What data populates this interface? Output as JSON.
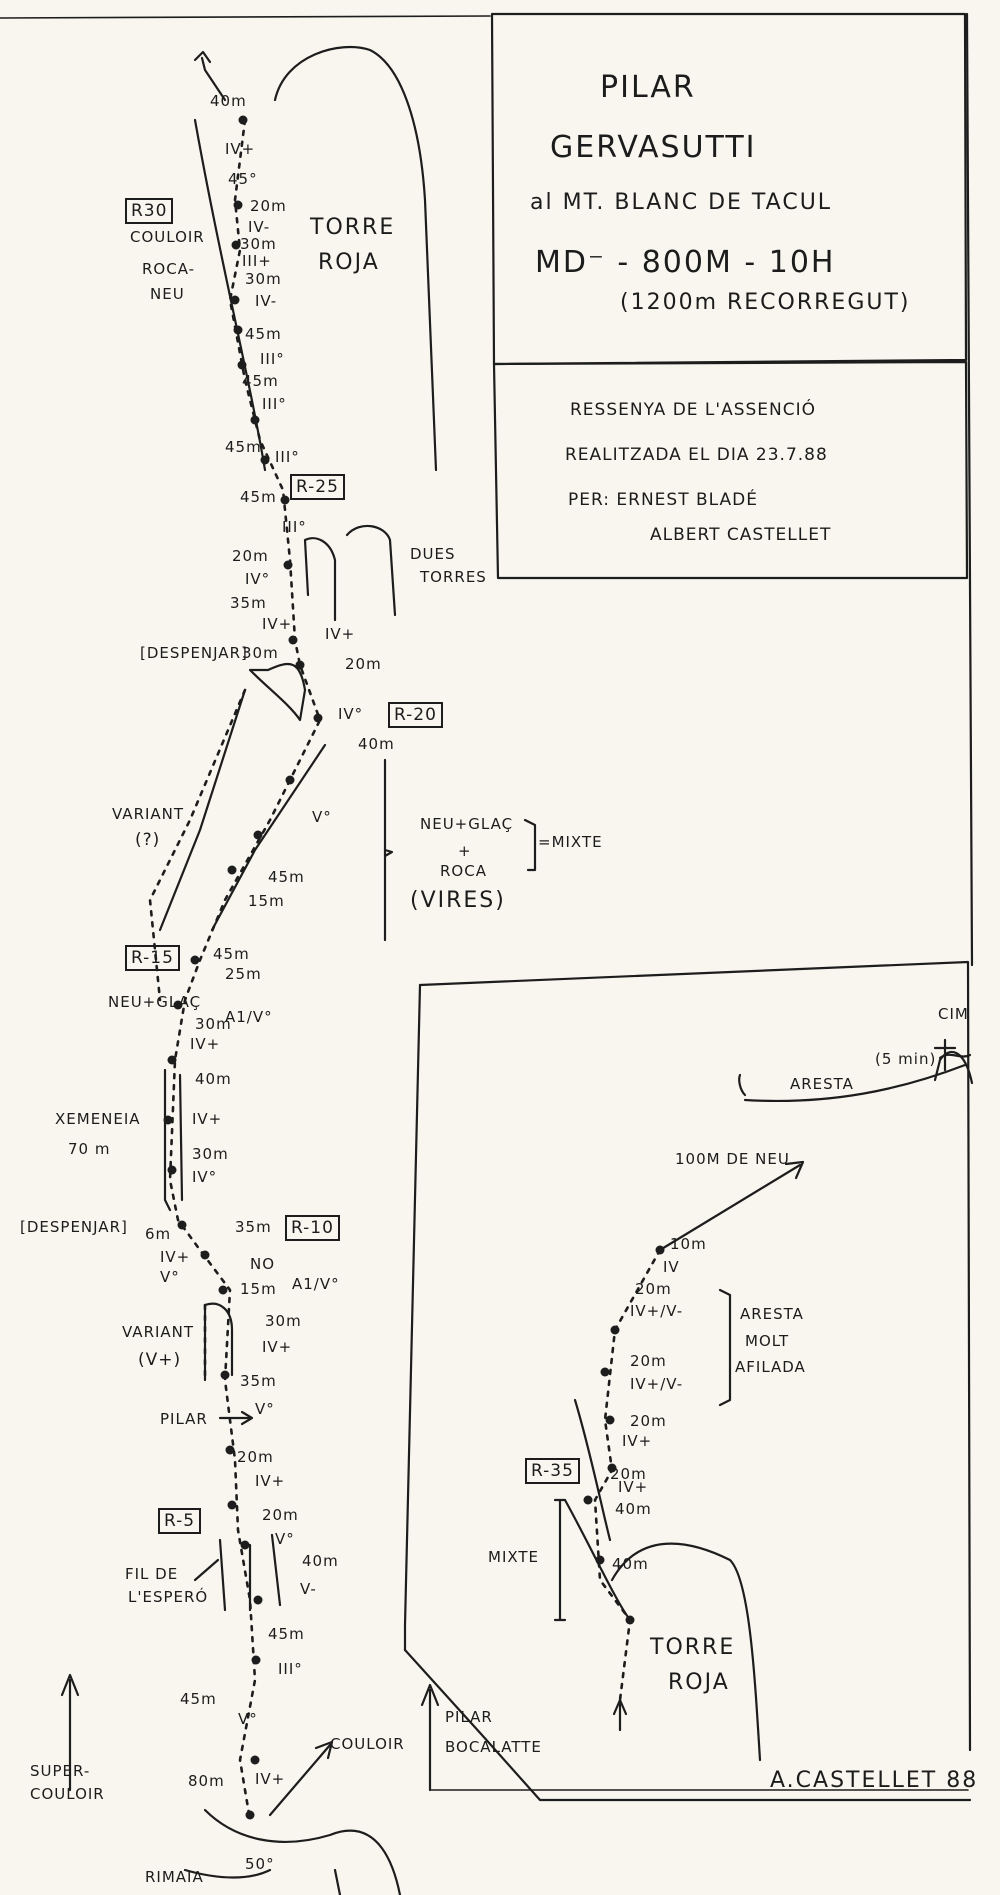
{
  "header": {
    "title_1": "PILAR",
    "title_2": "GERVASUTTI",
    "subtitle": "al MT. BLANC DE TACUL",
    "grade_line": "MD⁻ - 800m - 10h",
    "distance_line": "(1200m RECORREGUT)"
  },
  "credits": {
    "line_1": "RESSENYA DE L'ASSENCIÓ",
    "line_2": "REALITZADA EL DIA 23.7.88",
    "line_3": "PER: ERNEST BLADÉ",
    "line_4": "ALBERT CASTELLET"
  },
  "signature": "A.CASTELLET 88",
  "main_route": {
    "places": {
      "torre_roja_1": "TORRE",
      "torre_roja_2": "ROJA",
      "roca_neu_1": "ROCA-",
      "roca_neu_2": "NEU",
      "couloir_top": "COULOIR",
      "dues_torres_1": "DUES",
      "dues_torres_2": "TORRES",
      "variant_top": "VARIANT",
      "variant_top_q": "(?)",
      "mixed_1": "NEU+GLAÇ",
      "mixed_2": "+",
      "mixed_3": "ROCA",
      "mixed_4": "(VIRES)",
      "mixed_eq": "=MIXTE",
      "neu_glac": "NEU+GLAÇ",
      "xemeneia_1": "XEMENEIA",
      "xemeneia_2": "70 m",
      "variant_low": "VARIANT",
      "variant_low_grade": "(V+)",
      "pilar": "PILAR",
      "no": "NO",
      "fil_1": "FIL DE",
      "fil_2": "L'ESPERÓ",
      "super_1": "SUPER-",
      "super_2": "COULOIR",
      "couloir_bottom": "COULOIR",
      "pilar_boc_1": "PILAR",
      "pilar_boc_2": "BOCALATTE",
      "rimaia": "RIMAIA",
      "rimaia_slope": "50°"
    },
    "belays": [
      "R30",
      "R-25",
      "R-20",
      "R-15",
      "R-10",
      "R-5"
    ],
    "despenjar": [
      "[DESPENJAR]",
      "[DESPENJAR]"
    ],
    "pitches": [
      "40m",
      "IV+",
      "45°",
      "20m",
      "IV-",
      "30m",
      "III+",
      "30m",
      "IV-",
      "45m",
      "III°",
      "45m",
      "III°",
      "45m",
      "III°",
      "45m",
      "III°",
      "20m",
      "IV°",
      "35m",
      "IV+",
      "30m",
      "IV+",
      "20m",
      "IV°",
      "40m",
      "V°",
      "45m",
      "15m",
      "45m",
      "25m",
      "A1/V°",
      "30m",
      "IV+",
      "40m",
      "IV+",
      "30m",
      "IV°",
      "6m",
      "35m",
      "IV+",
      "V°",
      "15m",
      "A1/V°",
      "30m",
      "IV+",
      "35m",
      "V°",
      "20m",
      "IV+",
      "20m",
      "V°",
      "40m",
      "V-",
      "45m",
      "III°",
      "45m",
      "V°",
      "80m",
      "IV+"
    ]
  },
  "inset": {
    "summit": "CIM",
    "summit_time": "(5 min)",
    "aresta": "ARESTA",
    "snow": "100m DE NEU",
    "aresta_fine_1": "ARESTA",
    "aresta_fine_2": "MOLT",
    "aresta_fine_3": "AFILADA",
    "belay": "R-35",
    "mixte": "MIXTE",
    "torre_1": "TORRE",
    "torre_2": "ROJA",
    "pitches": [
      "10m",
      "IV",
      "20m",
      "IV+/V-",
      "20m",
      "IV+/V-",
      "20m",
      "IV+",
      "20m",
      "IV+",
      "40m",
      "40m"
    ]
  }
}
